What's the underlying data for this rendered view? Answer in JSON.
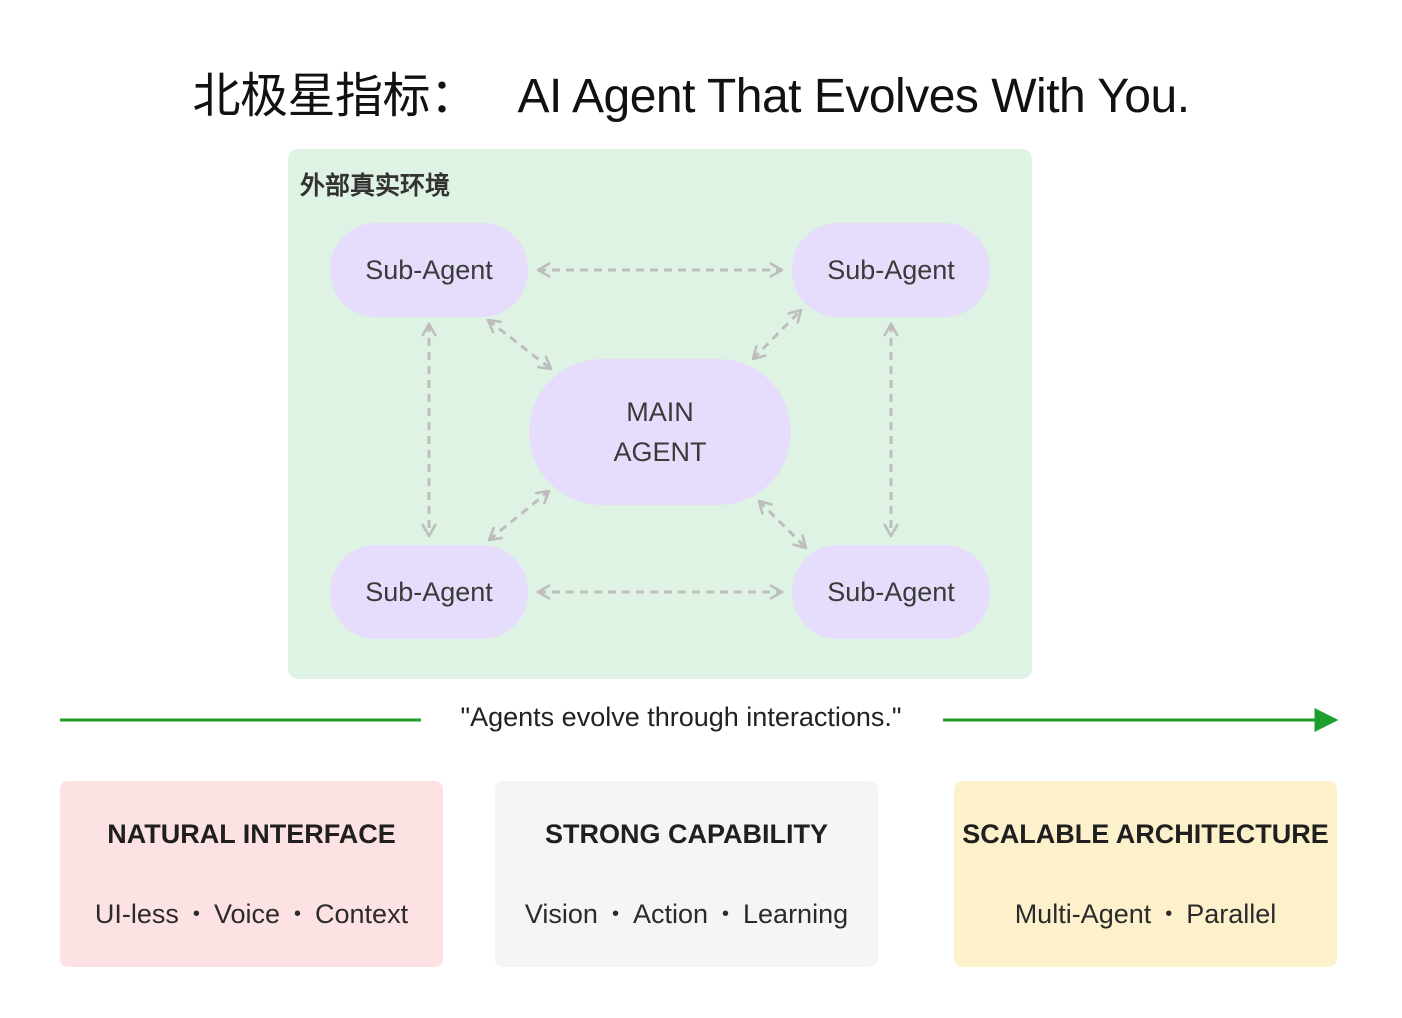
{
  "title": {
    "cn": "北极星指标：",
    "en": "AI Agent That Evolves With You."
  },
  "environment": {
    "label": "外部真实环境"
  },
  "agents": {
    "sub_label": "Sub-Agent",
    "main_line1": "MAIN",
    "main_line2": "AGENT"
  },
  "tagline": "\"Agents evolve through interactions.\"",
  "cards": [
    {
      "title": "NATURAL INTERFACE",
      "tags": [
        "UI-less",
        "Voice",
        "Context"
      ],
      "color": "#fde2e4"
    },
    {
      "title": "STRONG CAPABILITY",
      "tags": [
        "Vision",
        "Action",
        "Learning"
      ],
      "color": "#f5f5f4"
    },
    {
      "title": "SCALABLE ARCHITECTURE",
      "tags": [
        "Multi-Agent",
        "Parallel"
      ],
      "color": "#fdf1cc"
    }
  ],
  "colors": {
    "environment_bg": "#dff3e4",
    "agent_bg": "#e6dcfb",
    "arrow_dashed": "#bdbdbd",
    "timeline": "#1e9e2a"
  }
}
